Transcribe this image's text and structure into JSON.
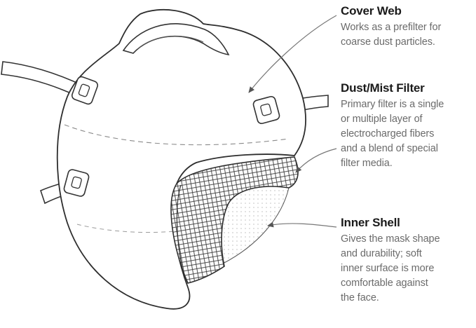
{
  "callouts": [
    {
      "title": "Cover Web",
      "lines": [
        "Works as a prefilter for",
        "coarse dust particles."
      ]
    },
    {
      "title": "Dust/Mist Filter",
      "lines": [
        "Primary filter is a single",
        "or multiple layer of",
        "electrocharged fibers",
        "and a blend of special",
        "filter media."
      ]
    },
    {
      "title": "Inner Shell",
      "lines": [
        "Gives the mask shape",
        "and durability; soft",
        "inner surface is more",
        "comfortable against",
        "the face."
      ]
    }
  ],
  "colors": {
    "ink": "#333333",
    "title": "#1a1a1a",
    "desc": "#6b6b6b",
    "arrow": "#777777"
  }
}
